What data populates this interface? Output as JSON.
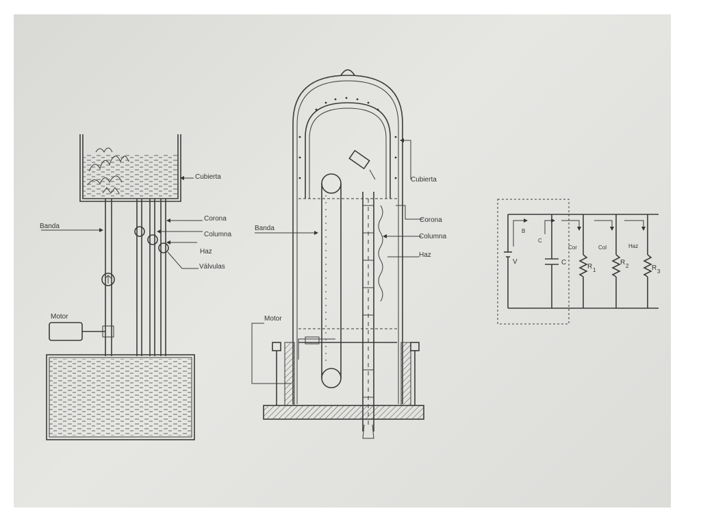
{
  "left_diagram": {
    "cubierta": "Cubierta",
    "corona": "Corona",
    "columna": "Columna",
    "haz": "Haz",
    "banda": "Banda",
    "valvulas": "Válvulas",
    "motor": "Motor"
  },
  "center_diagram": {
    "cubierta": "Cubierta",
    "corona": "Corona",
    "columna": "Columna",
    "haz": "Haz",
    "banda": "Banda",
    "motor": "Motor"
  },
  "circuit": {
    "i_b": "B",
    "i_c": "C",
    "i_cor": "Cor",
    "i_col": "Col",
    "i_haz": "Haz",
    "v": "V",
    "c": "C",
    "r1": "R",
    "r1_sub": "1",
    "r2": "R",
    "r2_sub": "2",
    "r3": "R",
    "r3_sub": "3"
  }
}
